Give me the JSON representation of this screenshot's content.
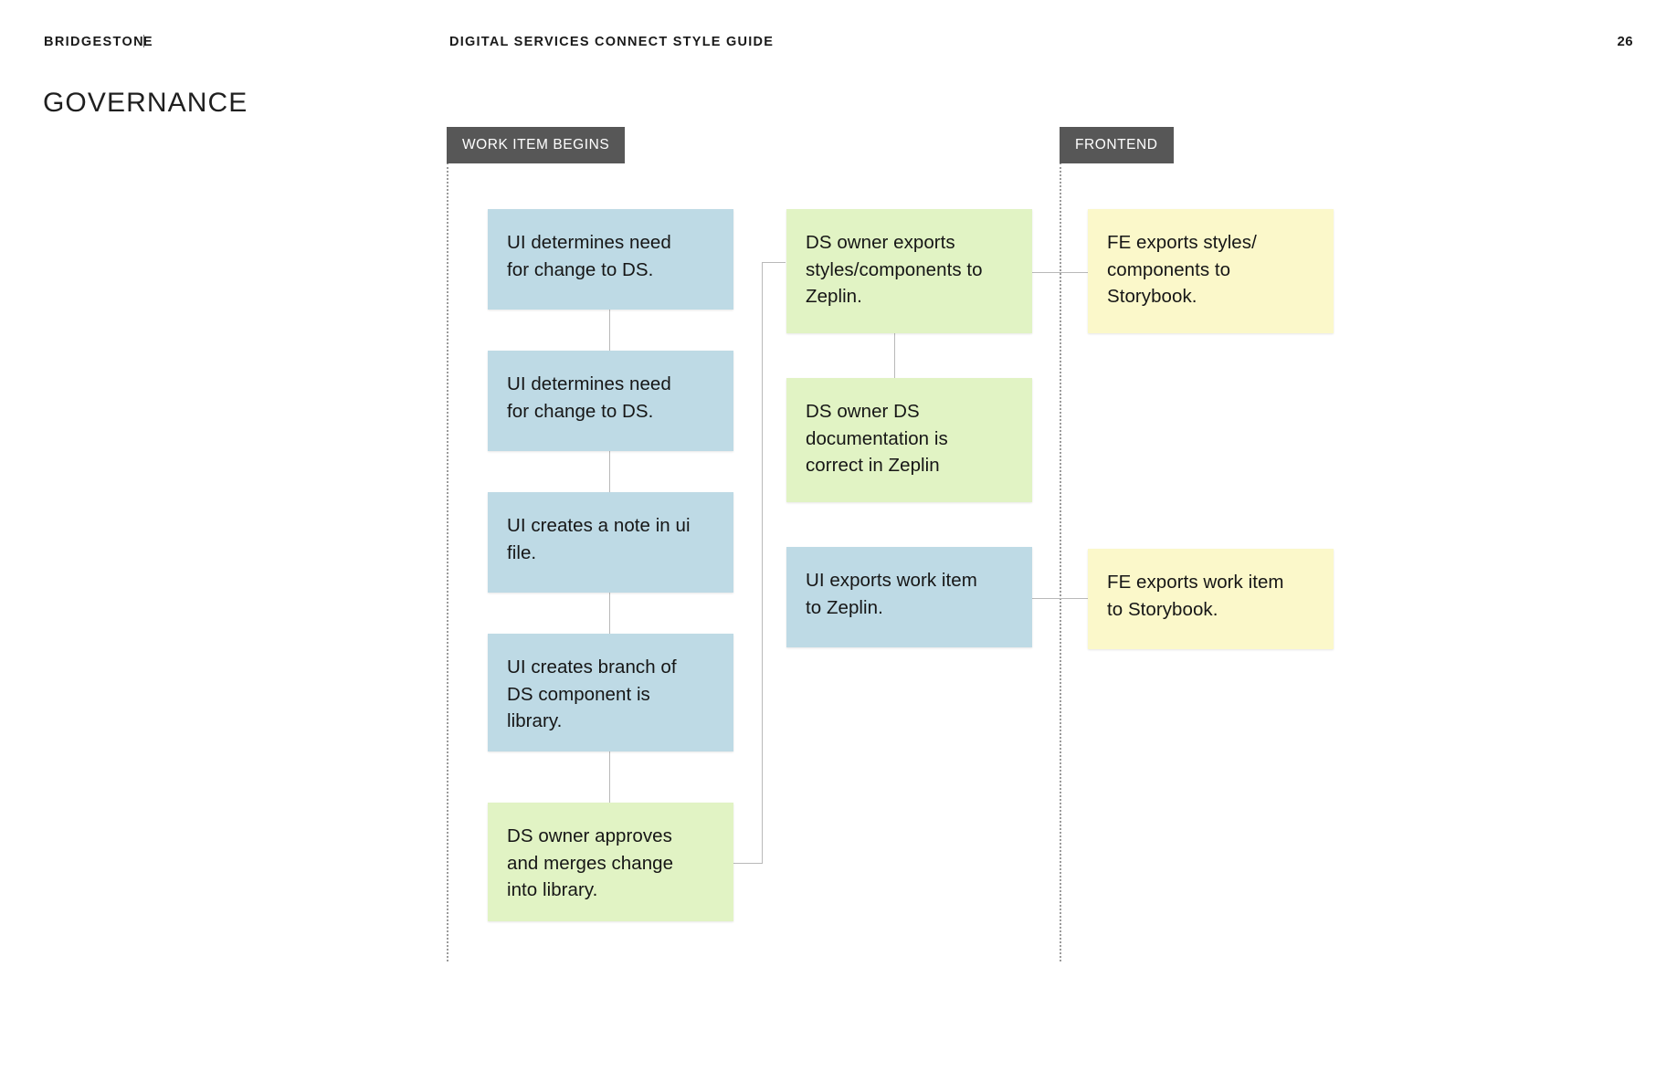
{
  "header": {
    "brand": "BRIDGESTONE",
    "doc_title": "DIGITAL SERVICES CONNECT STYLE GUIDE",
    "page_number": "26"
  },
  "section": {
    "title": "GOVERNANCE"
  },
  "colors": {
    "lane_badge_bg": "#575757",
    "lane_badge_text": "#ffffff",
    "node_blue": "#bedae5",
    "node_green": "#e1f3c4",
    "node_yellow": "#fbf8ca",
    "connector": "#b9b9b9",
    "divider": "#9b9b9b",
    "text": "#161616"
  },
  "lanes": [
    {
      "id": "work-item-begins",
      "label": "WORK ITEM BEGINS"
    },
    {
      "id": "frontend",
      "label": "FRONTEND"
    }
  ],
  "flow": {
    "type": "flowchart",
    "columns": [
      {
        "id": "ui-column",
        "nodes": [
          {
            "id": "ui-determines-need-1",
            "color": "blue",
            "text": "UI determines need\nfor change to DS."
          },
          {
            "id": "ui-determines-need-2",
            "color": "blue",
            "text": "UI determines need\nfor change to DS."
          },
          {
            "id": "ui-creates-note",
            "color": "blue",
            "text": "UI creates a note in ui\nfile."
          },
          {
            "id": "ui-creates-branch",
            "color": "blue",
            "text": "UI creates branch of\nDS component is\nlibrary."
          },
          {
            "id": "ds-owner-approves",
            "color": "green",
            "text": "DS owner approves\nand merges change\ninto library."
          }
        ]
      },
      {
        "id": "ds-owner-column",
        "nodes": [
          {
            "id": "ds-owner-exports",
            "color": "green",
            "text": "DS owner exports\nstyles/components to\nZeplin."
          },
          {
            "id": "ds-owner-documentation",
            "color": "green",
            "text": "DS owner DS\ndocumentation is\ncorrect in Zeplin"
          },
          {
            "id": "ui-exports-work-item",
            "color": "blue",
            "text": "UI exports work item\nto Zeplin."
          }
        ]
      },
      {
        "id": "frontend-column",
        "nodes": [
          {
            "id": "fe-exports-styles",
            "color": "yellow",
            "text": "FE exports styles/\ncomponents to\nStorybook."
          },
          {
            "id": "fe-exports-work-item",
            "color": "yellow",
            "text": "FE exports work item\nto Storybook."
          }
        ]
      }
    ],
    "edges": [
      {
        "from": "ui-determines-need-1",
        "to": "ui-determines-need-2"
      },
      {
        "from": "ui-determines-need-2",
        "to": "ui-creates-note"
      },
      {
        "from": "ui-creates-note",
        "to": "ui-creates-branch"
      },
      {
        "from": "ui-creates-branch",
        "to": "ds-owner-approves"
      },
      {
        "from": "ds-owner-approves",
        "to": "ds-owner-exports"
      },
      {
        "from": "ds-owner-exports",
        "to": "ds-owner-documentation"
      },
      {
        "from": "ds-owner-exports",
        "to": "fe-exports-styles"
      },
      {
        "from": "ui-exports-work-item",
        "to": "fe-exports-work-item"
      }
    ]
  }
}
